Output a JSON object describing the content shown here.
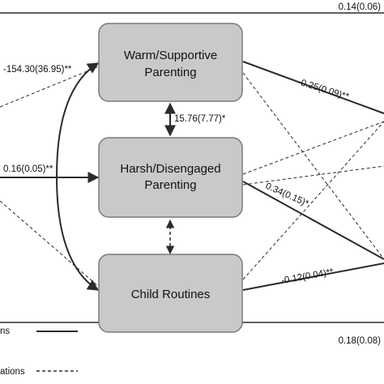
{
  "boxes": {
    "warm": {
      "line1": "Warm/Supportive",
      "line2": "Parenting"
    },
    "harsh": {
      "line1": "Harsh/Disengaged",
      "line2": "Parenting"
    },
    "routines": {
      "line1": "Child Routines"
    }
  },
  "coefficients": {
    "top_right": "0.14(0.06)",
    "left_top": "-154.30(36.95)**",
    "warm_harsh": "15.76(7.77)*",
    "left_mid": "0.16(0.05)**",
    "warm_right": "-0.25(0.09)**",
    "harsh_right": "0.34(0.15)*",
    "routines_right": "-0.12(0.04)**",
    "bottom_right": "0.18(0.08)"
  },
  "legend": {
    "solid_label": "ns",
    "dashed_label": "ations"
  },
  "colors": {
    "box_fill": "#c9c9c9",
    "box_stroke": "#7a7a7a",
    "line": "#2b2b2b"
  }
}
